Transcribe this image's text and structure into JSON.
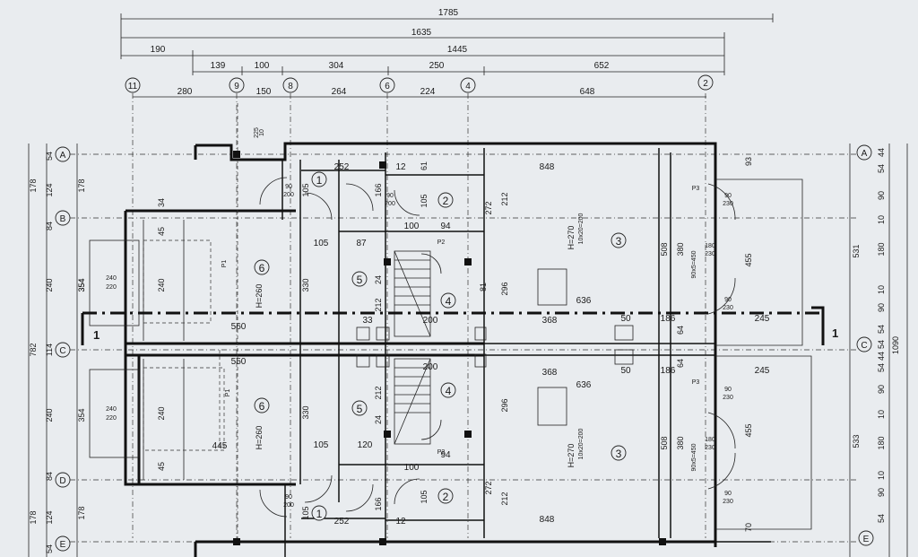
{
  "top_dims": {
    "overall": "1785",
    "row2": "1635",
    "row3": [
      "190",
      "1445"
    ],
    "row4": [
      "139",
      "100",
      "304",
      "250",
      "652"
    ],
    "row5": [
      "280",
      "150",
      "264",
      "224",
      "648"
    ]
  },
  "axes_top": [
    "11",
    "9",
    "8",
    "6",
    "4",
    "2"
  ],
  "axes_side": [
    "A",
    "B",
    "C",
    "D",
    "E"
  ],
  "left_dims": {
    "outer": [
      "178",
      "782",
      "178"
    ],
    "mid": [
      "178",
      "354",
      "354",
      "178"
    ],
    "inner": [
      "54",
      "124",
      "84",
      "240",
      "114",
      "240",
      "84",
      "124",
      "54"
    ]
  },
  "right_dims": {
    "inner": [
      "44",
      "54",
      "90",
      "10",
      "180",
      "10",
      "90",
      "54",
      "54",
      "44",
      "54",
      "90",
      "10",
      "180",
      "10",
      "90",
      "54"
    ],
    "mid": [
      "531",
      "533"
    ],
    "outer": "1090"
  },
  "section_mark": "1",
  "rooms": {
    "r1": "1",
    "r2": "2",
    "r3": "3",
    "r4": "4",
    "r5": "5",
    "r6": "6",
    "h260": "H=260",
    "h270": "H=270"
  },
  "interior_dims": {
    "d252": "252",
    "d848": "848",
    "d212": "212",
    "d272": "272",
    "d296": "296",
    "d636": "636",
    "d368": "368",
    "d50": "50",
    "d186": "186",
    "d245": "245",
    "d508": "508",
    "d455": "455",
    "d380": "380",
    "d330": "330",
    "d240": "240",
    "d560": "560",
    "d550": "550",
    "d445": "445",
    "d105": "105",
    "d100": "100",
    "d94": "94",
    "d87": "87",
    "d120": "120",
    "d12": "12",
    "d24": "24",
    "d33": "33",
    "d200": "200",
    "d166": "166",
    "d64": "64",
    "d90": "90",
    "d230": "230",
    "d93": "93",
    "d70": "70",
    "d81": "81",
    "d34": "34",
    "d45": "45",
    "d61": "61"
  },
  "opening_labels": {
    "w240_220": [
      "240",
      "220"
    ],
    "door90_200": [
      "90",
      "200"
    ],
    "door90_230": [
      "90",
      "230"
    ],
    "win180_230": [
      "180",
      "230"
    ],
    "r10_225": [
      "10",
      "225"
    ],
    "p1": "P1",
    "p2": "P2",
    "p3": "P3"
  },
  "notes": {
    "nadproze": "90x5=450",
    "ceiling": "10x20=200"
  }
}
